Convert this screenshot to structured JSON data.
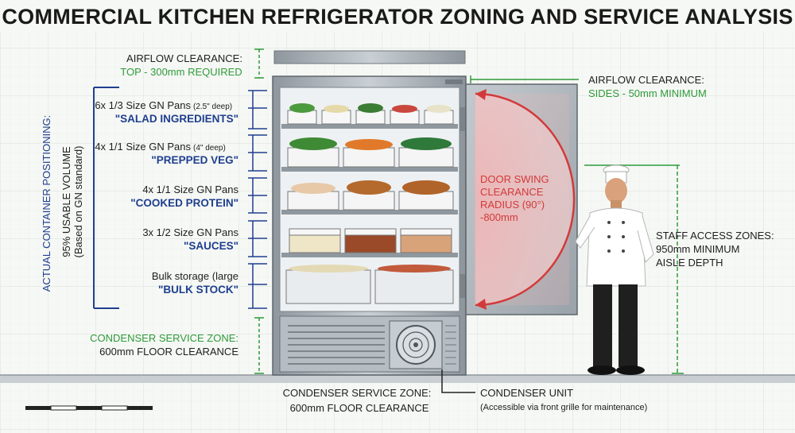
{
  "title": "COMMERCIAL KITCHEN REFRIGERATOR ZONING AND SERVICE ANALYSIS",
  "airflow_top": {
    "line1": "AIRFLOW CLEARANCE:",
    "line2": "TOP - 300mm REQUIRED"
  },
  "airflow_sides": {
    "line1": "AIRFLOW CLEARANCE:",
    "line2": "SIDES - 50mm MINIMUM"
  },
  "shelves": [
    {
      "desc": "6x 1/3 Size GN Pans",
      "note": "(2.5\" deep)",
      "name": "\"SALAD INGREDIENTS\""
    },
    {
      "desc": "4x 1/1 Size GN Pans",
      "note": "(4\" deep)",
      "name": "\"PREPPED VEG\""
    },
    {
      "desc": "4x 1/1 Size GN Pans",
      "note": "",
      "name": "\"COOKED PROTEIN\""
    },
    {
      "desc": "3x 1/2 Size GN Pans",
      "note": "",
      "name": "\"SAUCES\""
    },
    {
      "desc": "Bulk storage (large",
      "note": "",
      "name": "\"BULK STOCK\""
    }
  ],
  "vertical_labels": {
    "positioning": "ACTUAL CONTAINER POSITIONING:",
    "volume": "95% USABLE VOLUME",
    "basis": "(Based on GN standard)"
  },
  "condenser_left": {
    "line1": "CONDENSER SERVICE ZONE:",
    "line2": "600mm FLOOR CLEARANCE"
  },
  "condenser_bottom": {
    "line1": "CONDENSER SERVICE ZONE:",
    "line2": "600mm FLOOR CLEARANCE"
  },
  "condenser_unit": {
    "line1": "CONDENSER UNIT",
    "line2": "(Accessible via front grille for maintenance)"
  },
  "door_swing": {
    "lines": [
      "DOOR SWING",
      "CLEARANCE",
      "RADIUS (90°)",
      "-800mm"
    ]
  },
  "staff_access": {
    "lines": [
      "STAFF ACCESS ZONES:",
      "950mm MINIMUM",
      "AISLE DEPTH"
    ]
  },
  "colors": {
    "green": "#2f9a3a",
    "blue": "#1f3f8f",
    "red": "#d23a3a",
    "steel": "#a9b0b6",
    "grid": "#dfe5df"
  }
}
